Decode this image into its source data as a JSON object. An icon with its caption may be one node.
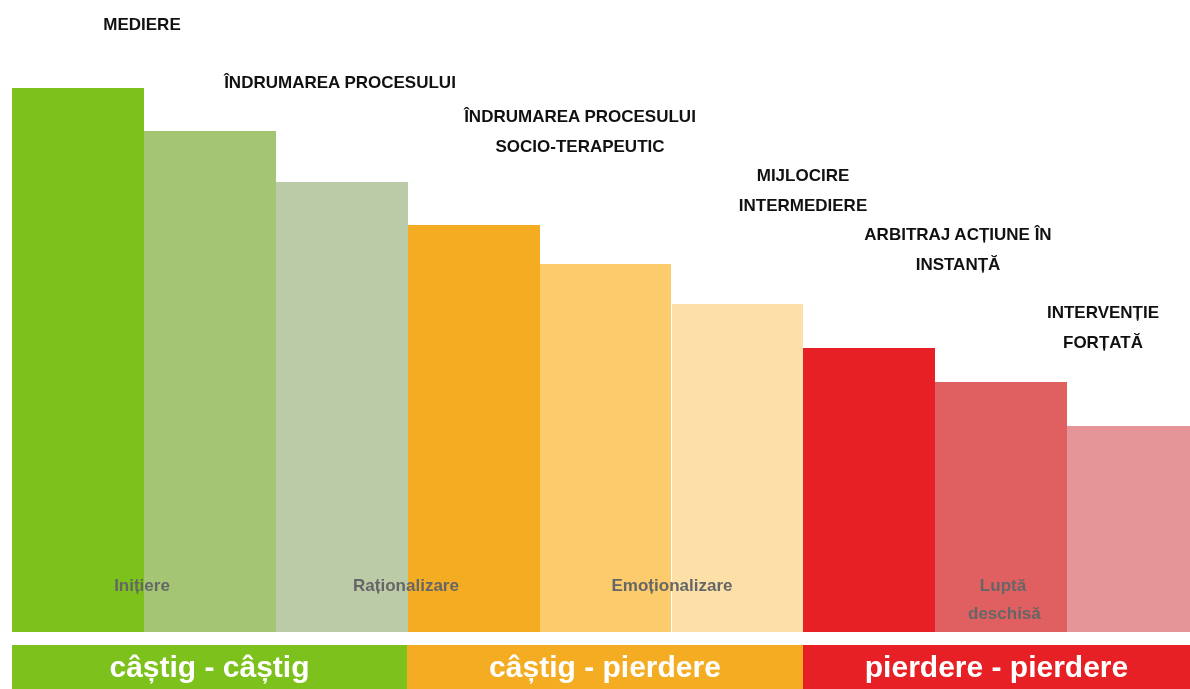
{
  "diagram": {
    "nodes": [
      {
        "text": [],
        "shape": "bar"
      },
      {
        "text": [],
        "shape": "bar"
      },
      {
        "text": [],
        "shape": "bar"
      },
      {
        "text": [],
        "shape": "bar"
      },
      {
        "text": [],
        "shape": "bar"
      },
      {
        "text": [],
        "shape": "bar"
      },
      {
        "text": [],
        "shape": "bar"
      },
      {
        "text": [],
        "shape": "bar"
      },
      {
        "text": [],
        "shape": "bar"
      },
      {
        "text": [
          "câștig - câștig"
        ]
      },
      {
        "text": [
          "câștig - pierdere"
        ]
      },
      {
        "text": [
          "pierdere - pierdere"
        ]
      }
    ],
    "edges": [],
    "labels": [
      "MEDIERE",
      "ÎNDRUMAREA PROCESULUI",
      "ÎNDRUMAREA PROCESULUI SOCIO-TERAPEUTIC",
      "MIJLOCIRE INTERMEDIERE",
      "ARBITRAJ ACȚIUNE ÎN INSTANȚĂ",
      "INTERVENȚIE FORȚATĂ",
      "Inițiere",
      "Raționalizare",
      "Emoționalizare",
      "Luptă deschisă"
    ]
  }
}
